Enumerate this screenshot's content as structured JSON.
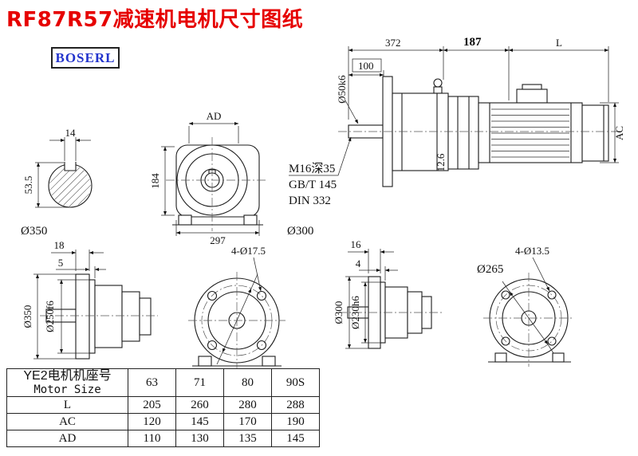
{
  "page": {
    "title": "RF87R57减速机电机尺寸图纸",
    "logo": "BOSERL"
  },
  "views": {
    "main": {
      "d372": "372",
      "d187": "187",
      "dL": "L",
      "d100": "100",
      "shaft": "Ø50k6",
      "ac": "AC",
      "tap": "M16深35",
      "gb": "GB/T 145",
      "din": "DIN 332",
      "d126": "12.6"
    },
    "section": {
      "d14": "14",
      "d535": "53.5"
    },
    "labels": {
      "d350": "Ø350",
      "d300": "Ø300"
    },
    "front": {
      "ad": "AD",
      "d184": "184",
      "d297": "297"
    },
    "side_left": {
      "d18": "18",
      "d5": "5",
      "d350": "Ø350",
      "d250": "Ø250f6"
    },
    "face_left": {
      "holes": "4-Ø17.5"
    },
    "side_right": {
      "d16": "16",
      "d4": "4",
      "d300": "Ø300",
      "d230": "Ø230h6"
    },
    "face_right": {
      "holes": "4-Ø13.5",
      "d265": "Ø265"
    }
  },
  "table": {
    "header_label_cn": "YE2电机机座号",
    "header_label_en": "Motor Size",
    "sizes": [
      "63",
      "71",
      "80",
      "90S"
    ],
    "rows": [
      {
        "label": "L",
        "values": [
          "205",
          "260",
          "280",
          "288"
        ]
      },
      {
        "label": "AC",
        "values": [
          "120",
          "145",
          "170",
          "190"
        ]
      },
      {
        "label": "AD",
        "values": [
          "110",
          "130",
          "135",
          "145"
        ]
      }
    ]
  }
}
